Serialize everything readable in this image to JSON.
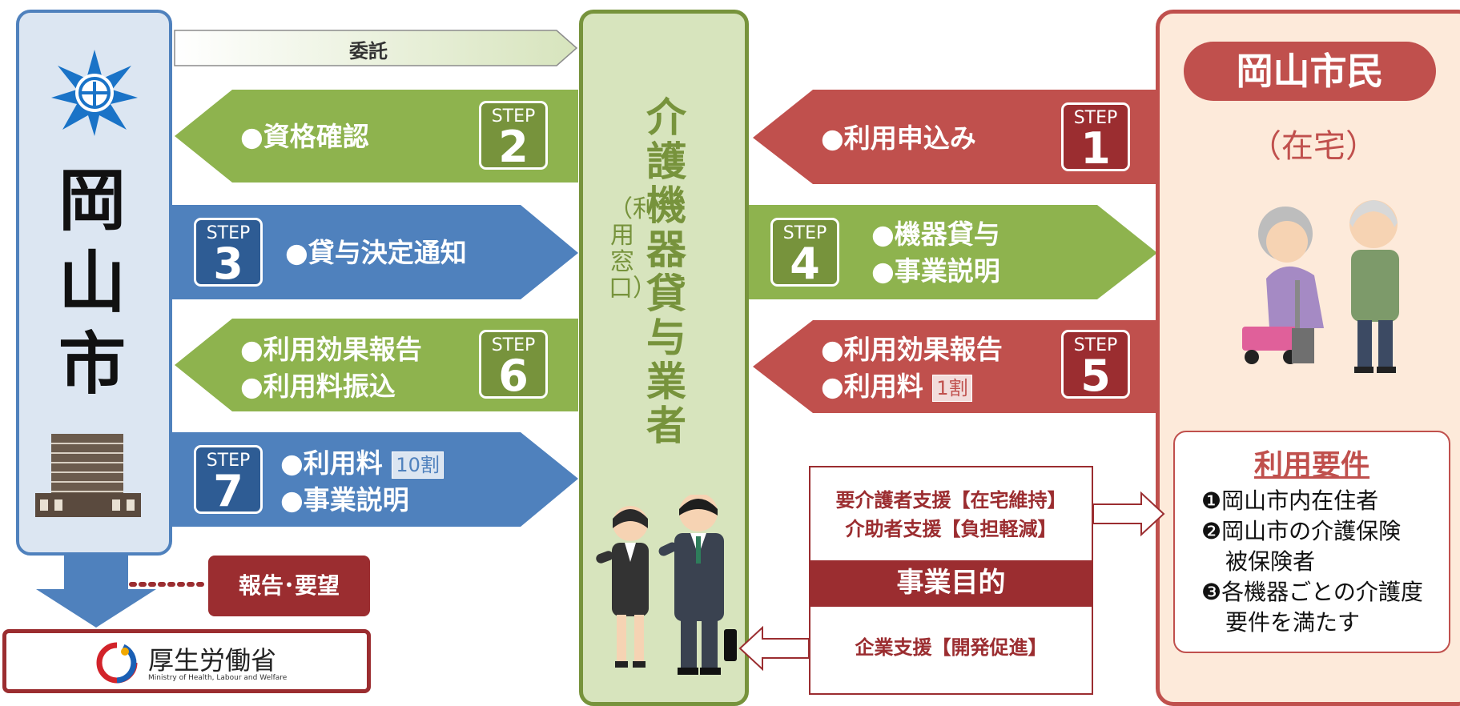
{
  "city": {
    "name": "岡山市"
  },
  "vendor": {
    "name": "介護機器貸与業者",
    "sub": "（利用窓口）"
  },
  "citizen": {
    "title": "岡山市民",
    "sub": "（在宅）"
  },
  "consign": {
    "label": "委託"
  },
  "steps": [
    {
      "step_label": "STEP",
      "number": "2",
      "lines": [
        "●資格確認"
      ]
    },
    {
      "step_label": "STEP",
      "number": "1",
      "lines": [
        "●利用申込み"
      ]
    },
    {
      "step_label": "STEP",
      "number": "3",
      "lines": [
        "●貸与決定通知"
      ]
    },
    {
      "step_label": "STEP",
      "number": "4",
      "lines": [
        "●機器貸与",
        "●事業説明"
      ]
    },
    {
      "step_label": "STEP",
      "number": "6",
      "lines": [
        "●利用効果報告",
        "●利用料振込"
      ]
    },
    {
      "step_label": "STEP",
      "number": "5",
      "lines": [
        "●利用効果報告",
        "●利用料"
      ],
      "tag": "1割"
    },
    {
      "step_label": "STEP",
      "number": "7",
      "lines": [
        "●利用料",
        "●事業説明"
      ],
      "tag": "10割"
    }
  ],
  "requirements": {
    "title": "利用要件",
    "items": [
      "❶岡山市内在住者",
      "❷岡山市の介護保険",
      "被保険者",
      "❸各機器ごとの介護度",
      "要件を満たす"
    ]
  },
  "purpose": {
    "line1": "要介護者支援【在宅維持】",
    "line2": "介助者支援【負担軽減】",
    "title": "事業目的",
    "line3": "企業支援【開発促進】"
  },
  "report": {
    "label": "報告･要望"
  },
  "ministry": {
    "name": "厚生労働省",
    "english": "Ministry of Health, Labour and Welfare"
  },
  "colors": {
    "green": "#8eb34e",
    "red": "#c0504d",
    "blue": "#4f81bd",
    "dark_red": "#9b2d30"
  }
}
